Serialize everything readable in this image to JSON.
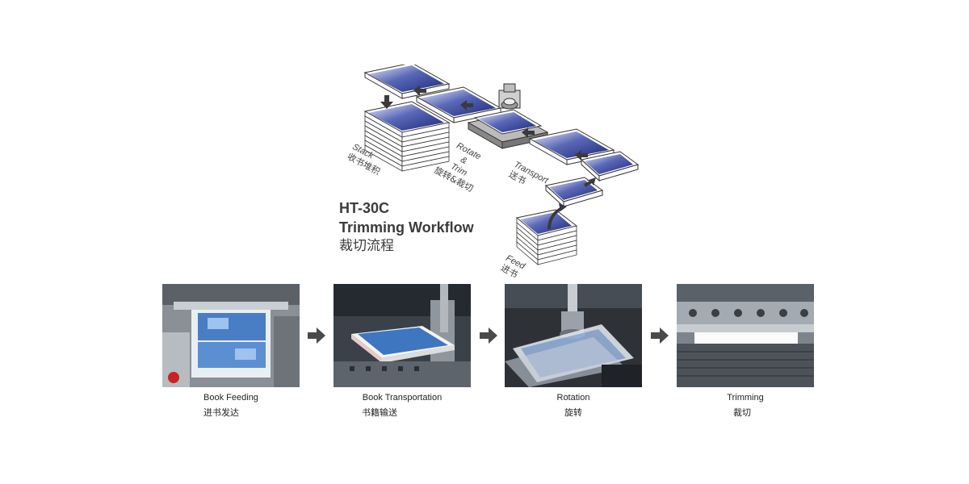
{
  "title": {
    "model": "HT-30C",
    "name": "Trimming Workflow",
    "cn": "裁切流程"
  },
  "diagram": {
    "stack": {
      "en": "Stack",
      "cn": "收书堆积"
    },
    "rotate_trim": {
      "en1": "Rotate",
      "en2": "&",
      "en3": "Trim",
      "cn": "旋转&裁切"
    },
    "transport": {
      "en": "Transport",
      "cn": "送书"
    },
    "feed": {
      "en": "Feed",
      "cn": "进书"
    }
  },
  "steps": [
    {
      "en": "Book Feeding",
      "cn": "进书发达"
    },
    {
      "en": "Book Transportation",
      "cn": "书籍输送"
    },
    {
      "en": "Rotation",
      "cn": "旋转"
    },
    {
      "en": "Trimming",
      "cn": "裁切"
    }
  ],
  "colors": {
    "book_blue": "#2b3a8f",
    "arrow": "#3a3a3a"
  }
}
